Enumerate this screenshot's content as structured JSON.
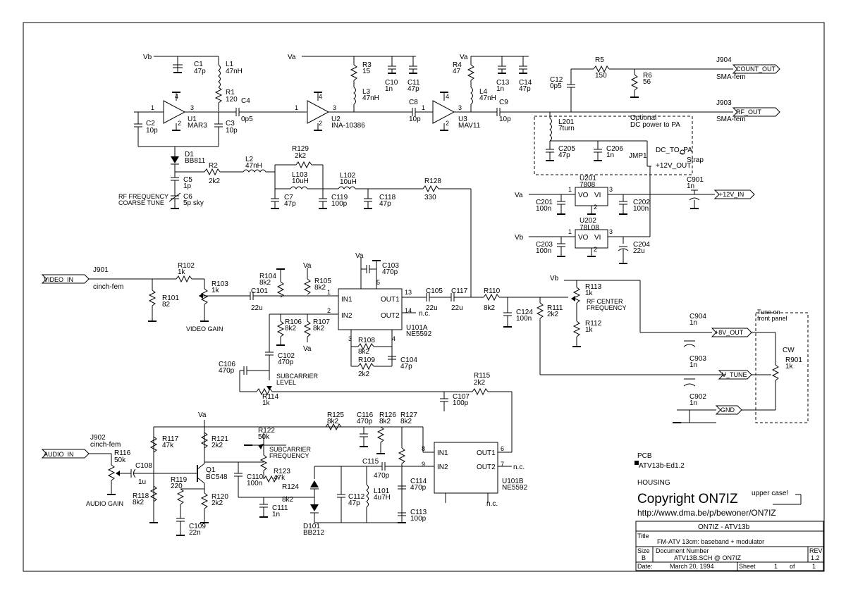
{
  "nets": {
    "vb_1": "Vb",
    "va_1": "Va",
    "va_2": "Va",
    "va_3": "Va",
    "va_4": "Va",
    "va_5": "Va",
    "vb_2": "Vb",
    "vb_3": "Vb",
    "va_6": "Va",
    "va_7": "Va"
  },
  "ports": {
    "video_in": "VIDEO_IN",
    "audio_in": "AUDIO_IN",
    "count_out": "COUNT_OUT",
    "rf_out": "RF_OUT",
    "plus12v_in": "+12V_IN",
    "plus8v_out": "+8V_OUT",
    "v_tune": "V_TUNE",
    "gnd": "GND"
  },
  "labels": {
    "c1": "C1",
    "c1v": "47p",
    "l1": "L1",
    "l1v": "47nH",
    "r1": "R1",
    "r1v": "120",
    "c2": "C2",
    "c2v": "10p",
    "c3": "C3",
    "c3v": "10p",
    "u1": "U1",
    "u1v": "MAR3",
    "c4": "C4",
    "c4v": "0p5",
    "d1": "D1",
    "d1v": "BB811",
    "c5": "C5",
    "c5v": "1p",
    "c6": "C6",
    "c6v": "5p sky",
    "rf_freq": "RF FREQUENCY",
    "coarse": "COARSE TUNE",
    "r2": "R2",
    "r2v": "2k2",
    "l2": "L2",
    "l2v": "47nH",
    "r129": "R129",
    "r129v": "2k2",
    "l103": "L103",
    "l103v": "10uH",
    "l102": "L102",
    "l102v": "10uH",
    "c7": "C7",
    "c7v": "47p",
    "c119": "C119",
    "c119v": "100p",
    "c118": "C118",
    "c118v": "47p",
    "r128": "R128",
    "r128v": "330",
    "r3": "R3",
    "r3v": "15",
    "c10": "C10",
    "c10v": "1n",
    "c11": "C11",
    "c11v": "47p",
    "l3": "L3",
    "l3v": "47nH",
    "u2": "U2",
    "u2v": "INA-10386",
    "c8": "C8",
    "c8v": "10p",
    "r4": "R4",
    "r4v": "47",
    "c13": "C13",
    "c13v": "1n",
    "c14": "C14",
    "c14v": "47p",
    "l4": "L4",
    "l4v": "47nH",
    "u3": "U3",
    "u3v": "MAV11",
    "c9": "C9",
    "c9v": "10p",
    "c12": "C12",
    "c12v": "0p5",
    "r5": "R5",
    "r5v": "150",
    "r6": "R6",
    "r6v": "56",
    "j904": "J904",
    "j904v": "SMA-fem",
    "j903": "J903",
    "j903v": "SMA-fem",
    "optional": "Optional",
    "dcpower": "DC power to PA",
    "l201": "L201",
    "l201v": "7turn",
    "c205": "C205",
    "c205v": "47p",
    "c206": "C206",
    "c206v": "1n",
    "jmp1": "JMP1",
    "dc_to_pa": "DC_TO_PA",
    "plus12v_out": "+12V_OUT",
    "strap": "Strap",
    "u201": "U201",
    "u201v": "7808",
    "vo": "VO",
    "vi": "VI",
    "c201": "C201",
    "c201v": "100n",
    "c202": "C202",
    "c202v": "100n",
    "c901": "C901",
    "c901v": "1n",
    "u202": "U202",
    "u202v": "78L08",
    "c203": "C203",
    "c203v": "100n",
    "c204": "C204",
    "c204v": "22u",
    "j901": "J901",
    "j901v": "cinch-fem",
    "r102": "R102",
    "r102v": "1k",
    "r101": "R101",
    "r101v": "82",
    "r103": "R103",
    "r103v": "1k",
    "video_gain": "VIDEO GAIN",
    "r104": "R104",
    "r104v": "8k2",
    "r105": "R105",
    "r105v": "8k2",
    "c101": "C101",
    "c101v": "22u",
    "c103": "C103",
    "c103v": "470p",
    "in1": "IN1",
    "in2": "IN2",
    "out1": "OUT1",
    "out2": "OUT2",
    "nc": "n.c.",
    "u101a": "U101A",
    "u101av": "NE5592",
    "r106": "R106",
    "r106v": "8k2",
    "r107": "R107",
    "r107v": "8k2",
    "r108": "R108",
    "r108v": "8k2",
    "r109": "R109",
    "r109v": "2k2",
    "c104": "C104",
    "c104v": "47p",
    "c105": "C105",
    "c105v": "22u",
    "c117": "C117",
    "c117v": "22u",
    "r110": "R110",
    "r110v": "8k2",
    "c124": "C124",
    "c124v": "100n",
    "r111": "R111",
    "r111v": "2k2",
    "r113": "R113",
    "r113v": "1k",
    "rf_center": "RF CENTER",
    "frequency": "FREQUENCY",
    "r112": "R112",
    "r112v": "1k",
    "c102": "C102",
    "c102v": "470p",
    "c106": "C106",
    "c106v": "470p",
    "subcarrier": "SUBCARRIER",
    "level": "LEVEL",
    "r114": "R114",
    "r114v": "1k",
    "r115": "R115",
    "r115v": "2k2",
    "c107": "C107",
    "c107v": "100p",
    "tune_on": "Tune on",
    "front_panel": "front panel",
    "c904": "C904",
    "c904v": "1n",
    "c903": "C903",
    "c903v": "1n",
    "c902": "C902",
    "c902v": "1n",
    "cw": "CW",
    "r901": "R901",
    "r901v": "1k",
    "j902": "J902",
    "j902v": "cinch-fem",
    "r116": "R116",
    "r116v": "50k",
    "c108": "C108",
    "c108v": "1u",
    "audio_gain": "AUDIO GAIN",
    "r117": "R117",
    "r117v": "47k",
    "r118": "R118",
    "r118v": "8k2",
    "q1": "Q1",
    "q1v": "BC548",
    "r119": "R119",
    "r119v": "220",
    "c109": "C109",
    "c109v": "22n",
    "r121": "R121",
    "r121v": "2k2",
    "r120": "R120",
    "r120v": "2k2",
    "r122": "R122",
    "r122v": "50k",
    "subcarrier2": "SUBCARRIER",
    "frequency2": "FREQUENCY",
    "c110": "C110",
    "c110v": "100n",
    "r123": "R123",
    "r123v": "47k",
    "r124": "R124",
    "r124v": "8k2",
    "c111": "C111",
    "c111v": "1n",
    "d101": "D101",
    "d101v": "BB212",
    "r125": "R125",
    "r125v": "8k2",
    "c116": "C116",
    "c116v": "470p",
    "r126": "R126",
    "r126v": "8k2",
    "r127": "R127",
    "r127v": "8k2",
    "c115": "C115",
    "c115v": "470p",
    "c114": "C114",
    "c114v": "470p",
    "c112": "C112",
    "c112v": "47p",
    "l101": "L101",
    "l101v": "4u7H",
    "c113": "C113",
    "c113v": "100p",
    "u101b": "U101B",
    "u101bv": "NE5592",
    "pcb": "PCB",
    "pcb_v": "ATV13b-Ed1.2",
    "housing": "HOUSING",
    "copyright": "Copyright ON7IZ",
    "upper_case": "upper case!",
    "url": "http://www.dma.be/p/bewoner/ON7IZ",
    "p1": "1",
    "p2": "2",
    "p3": "3",
    "p4": "4",
    "p5": "5",
    "p6": "6",
    "p7": "7",
    "p8": "8",
    "p9": "9",
    "p13": "13",
    "p14": "14"
  },
  "title_block": {
    "header": "ON7IZ - ATV13b",
    "title_label": "Title",
    "title": "FM-ATV 13cm: baseband + modulator",
    "size_label": "Size",
    "size": "B",
    "docnum_label": "Document Number",
    "docnum": "ATV13B.SCH @ ON7IZ",
    "rev_label": "REV",
    "rev": "1.2",
    "date_label": "Date:",
    "date": "March 20, 1994",
    "sheet_label": "Sheet",
    "sheet": "1",
    "of_label": "of",
    "of": "1"
  }
}
